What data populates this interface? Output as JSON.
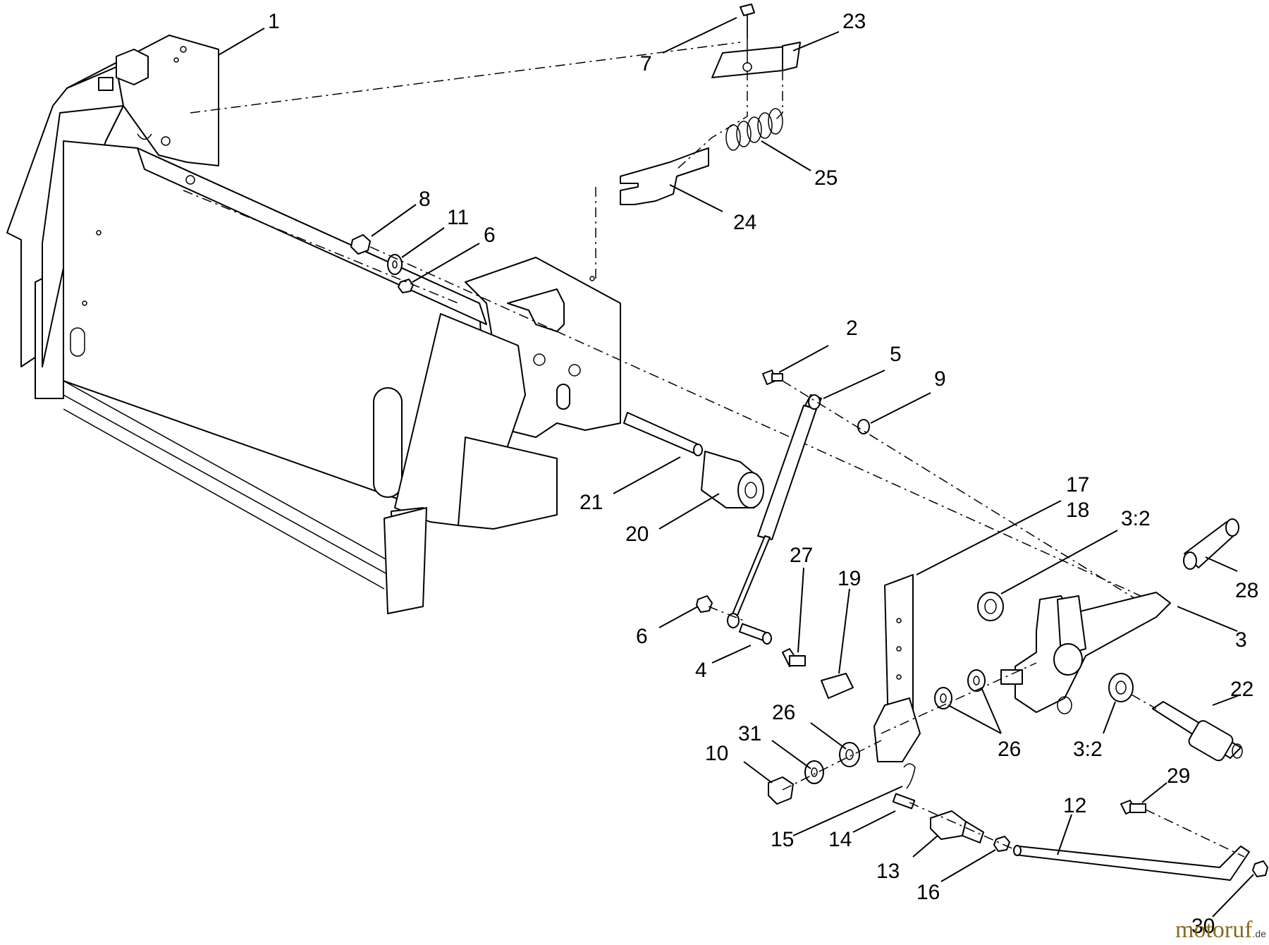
{
  "callouts": [
    {
      "id": "p1",
      "label": "1"
    },
    {
      "id": "p7",
      "label": "7"
    },
    {
      "id": "p23",
      "label": "23"
    },
    {
      "id": "p25",
      "label": "25"
    },
    {
      "id": "p24",
      "label": "24"
    },
    {
      "id": "p8",
      "label": "8"
    },
    {
      "id": "p11",
      "label": "11"
    },
    {
      "id": "p6a",
      "label": "6"
    },
    {
      "id": "p2",
      "label": "2"
    },
    {
      "id": "p5",
      "label": "5"
    },
    {
      "id": "p9",
      "label": "9"
    },
    {
      "id": "p21",
      "label": "21"
    },
    {
      "id": "p20",
      "label": "20"
    },
    {
      "id": "p17",
      "label": "17"
    },
    {
      "id": "p18",
      "label": "18"
    },
    {
      "id": "p32a",
      "label": "3:2"
    },
    {
      "id": "p28",
      "label": "28"
    },
    {
      "id": "p27",
      "label": "27"
    },
    {
      "id": "p19",
      "label": "19"
    },
    {
      "id": "p3",
      "label": "3"
    },
    {
      "id": "p6b",
      "label": "6"
    },
    {
      "id": "p4",
      "label": "4"
    },
    {
      "id": "p22",
      "label": "22"
    },
    {
      "id": "p26a",
      "label": "26"
    },
    {
      "id": "p31",
      "label": "31"
    },
    {
      "id": "p10",
      "label": "10"
    },
    {
      "id": "p26b",
      "label": "26"
    },
    {
      "id": "p32b",
      "label": "3:2"
    },
    {
      "id": "p29",
      "label": "29"
    },
    {
      "id": "p12",
      "label": "12"
    },
    {
      "id": "p15",
      "label": "15"
    },
    {
      "id": "p14",
      "label": "14"
    },
    {
      "id": "p13",
      "label": "13"
    },
    {
      "id": "p16",
      "label": "16"
    },
    {
      "id": "p30",
      "label": "30"
    }
  ],
  "watermark": {
    "text": "motoruf",
    "suffix": ".de"
  }
}
